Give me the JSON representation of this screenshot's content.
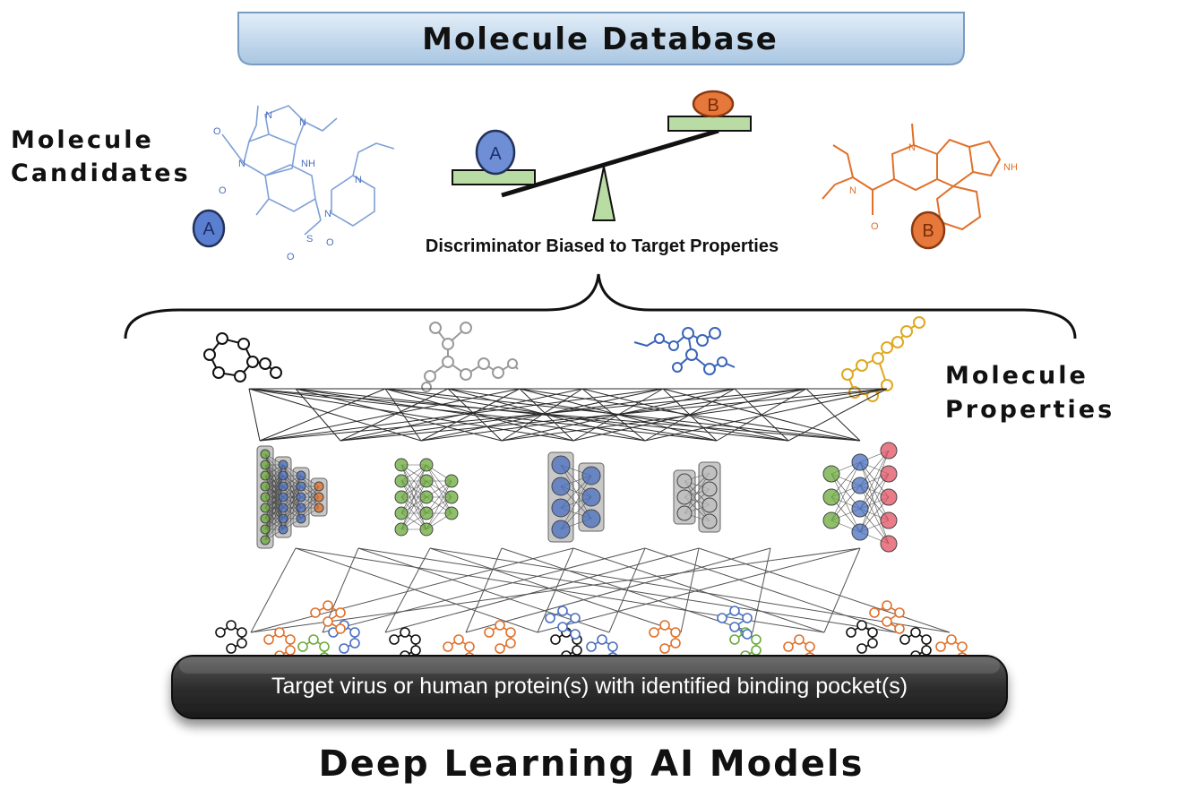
{
  "header": {
    "title": "Molecule Database"
  },
  "left_label": {
    "line1": "Molecule",
    "line2": "Candidates"
  },
  "right_label": {
    "line1": "Molecule",
    "line2": "Properties"
  },
  "discriminator": {
    "caption": "Discriminator Biased to Target Properties"
  },
  "candidates": {
    "a": {
      "badge": "A",
      "color": "#4a6fbf",
      "atoms": [
        "O",
        "N",
        "N",
        "N",
        "NH",
        "O",
        "S",
        "N",
        "N",
        "O",
        "O"
      ]
    },
    "b": {
      "badge": "B",
      "color": "#e0702a",
      "atoms": [
        "N",
        "N",
        "NH",
        "O"
      ]
    }
  },
  "balance": {
    "pan_a": "A",
    "pan_b": "B"
  },
  "protein": {
    "label": "Target virus or human protein(s) with identified binding pocket(s)"
  },
  "footer": {
    "title": "Deep Learning AI Models"
  },
  "colors": {
    "blue": "#4a6fbf",
    "orange": "#e0702a",
    "green": "#6aaa3a",
    "gold": "#e0a81e",
    "red": "#e05060",
    "gray": "#bdbdbd",
    "banner": "#bcd4ea",
    "pan": "#b9dca4"
  }
}
